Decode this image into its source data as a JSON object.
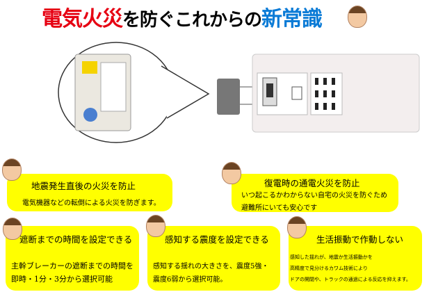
{
  "title": {
    "part1": "電気火災",
    "part2": "を防ぐこれからの",
    "part3": "新常識"
  },
  "colors": {
    "red": "#e60012",
    "blue": "#0b7bd6",
    "yellow": "#ffff00"
  },
  "features": [
    {
      "heading": "地震発生直後の火災を防止",
      "lines": [
        "電気機器などの転倒による火災を防ぎます。"
      ]
    },
    {
      "heading": "復電時の通電火災を防止",
      "lines": [
        "いつ起こるかわからない自宅の火災を防ぐため",
        "避難所にいても安心です"
      ]
    },
    {
      "heading": "遮断までの時間を設定できる",
      "lines": [
        "主幹ブレーカーの遮断までの時間を",
        "即時・1分・3分から選択可能"
      ]
    },
    {
      "heading": "感知する震度を設定できる",
      "lines": [
        "感知する揺れの大きさを、震度5強・",
        "震度6弱から選択可能。"
      ]
    },
    {
      "heading": "生活振動で作動しない",
      "lines": [
        "感知した揺れが、地震か生活振動かを",
        "高精度で見分けるカワム技術により",
        "ドアの開閉や、トラックの通過による反応を抑えます。"
      ]
    }
  ]
}
